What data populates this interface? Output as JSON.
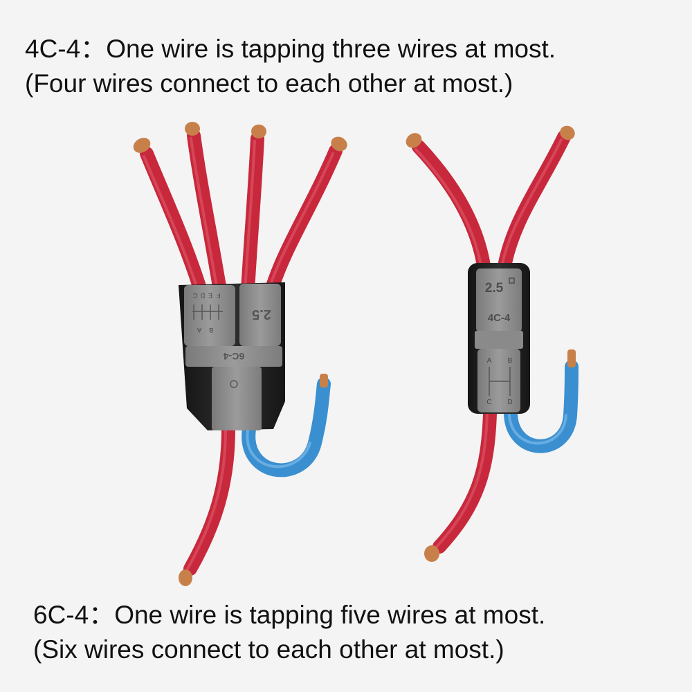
{
  "captions": {
    "top": {
      "line1": "4C-4：One wire is tapping three wires at most.",
      "line2": "(Four wires connect to each other at most.)"
    },
    "bottom": {
      "line1": "6C-4：One wire is tapping five wires at most.",
      "line2": "(Six wires connect to each other at most.)"
    }
  },
  "connector_6c4": {
    "model_label": "6C-4",
    "size_label": "2.5",
    "port_letters_top": [
      "C",
      "D",
      "E",
      "F"
    ],
    "port_letters_bottom": [
      "A",
      "B"
    ]
  },
  "connector_4c4": {
    "model_label": "4C-4",
    "size_label": "2.5",
    "port_letters_top": [
      "A",
      "B"
    ],
    "port_letters_bottom": [
      "C",
      "D"
    ]
  },
  "colors": {
    "background": "#f4f4f4",
    "wire_red": "#c8283c",
    "wire_blue": "#3a8fd0",
    "copper": "#c8804a",
    "housing_gray": "#8e8e8e",
    "housing_black": "#1e1e1e"
  }
}
